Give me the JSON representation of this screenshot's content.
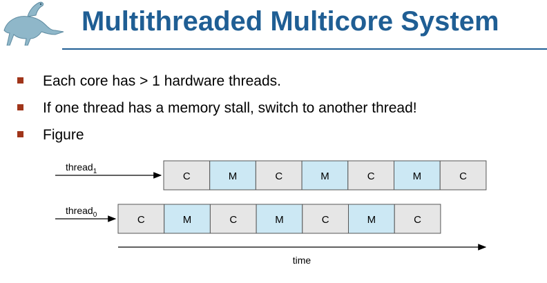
{
  "slide": {
    "title": "Multithreaded Multicore System",
    "logo_icon": "dinosaur-logo-icon",
    "accent_color": "#1f5e94",
    "bullet_color": "#a0351a"
  },
  "bullets": [
    "Each core has > 1 hardware threads.",
    "If one thread has a memory stall, switch to another thread!",
    "Figure"
  ],
  "figure": {
    "compute_color": "#e6e6e6",
    "memory_color": "#cce8f4",
    "threads": [
      {
        "label": "thread",
        "subscript": "1",
        "cells": [
          "C",
          "M",
          "C",
          "M",
          "C",
          "M",
          "C"
        ]
      },
      {
        "label": "thread",
        "subscript": "0",
        "cells": [
          "C",
          "M",
          "C",
          "M",
          "C",
          "M",
          "C"
        ]
      }
    ],
    "time_label": "time"
  }
}
